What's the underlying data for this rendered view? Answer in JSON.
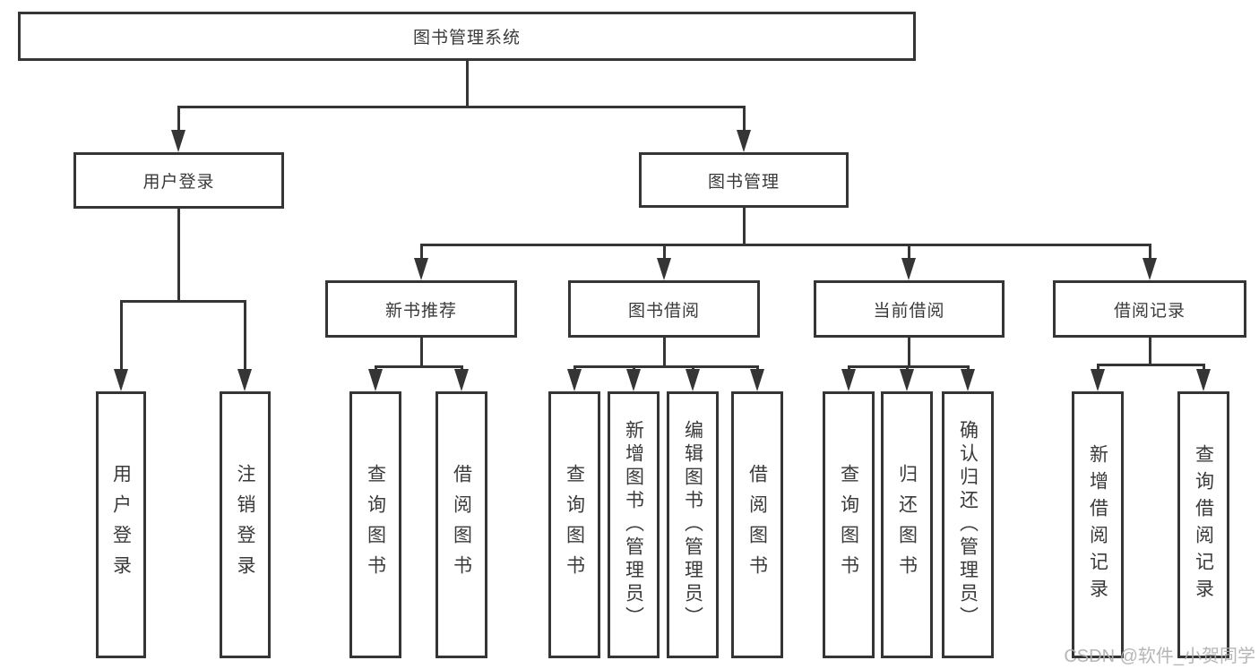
{
  "diagram_title": "图书管理系统",
  "nodes": {
    "root": "图书管理系统",
    "user_login": "用户登录",
    "book_mgmt": "图书管理",
    "new_book_rec": "新书推荐",
    "book_borrow": "图书借阅",
    "current_borrow": "当前借阅",
    "borrow_record": "借阅记录",
    "leaf_user_login": "用户登录",
    "leaf_logout": "注销登录",
    "leaf_nbr_query": "查询图书",
    "leaf_nbr_borrow": "借阅图书",
    "leaf_bb_query": "查询图书",
    "leaf_bb_add": "新增图书（管理员）",
    "leaf_bb_edit": "编辑图书（管理员）",
    "leaf_bb_borrow": "借阅图书",
    "leaf_cb_query": "查询图书",
    "leaf_cb_return": "归还图书",
    "leaf_cb_confirm": "确认归还（管理员）",
    "leaf_br_add": "新增借阅记录",
    "leaf_br_query": "查询借阅记录"
  },
  "hierarchy": {
    "图书管理系统": {
      "用户登录": [
        "用户登录",
        "注销登录"
      ],
      "图书管理": {
        "新书推荐": [
          "查询图书",
          "借阅图书"
        ],
        "图书借阅": [
          "查询图书",
          "新增图书（管理员）",
          "编辑图书（管理员）",
          "借阅图书"
        ],
        "当前借阅": [
          "查询图书",
          "归还图书",
          "确认归还（管理员）"
        ],
        "借阅记录": [
          "新增借阅记录",
          "查询借阅记录"
        ]
      }
    }
  },
  "watermark": "CSDN @软件_小贺同学",
  "colors": {
    "line": "#353535",
    "text": "#3a3a3a",
    "watermark": "#b0b0b0",
    "background": "#ffffff"
  }
}
